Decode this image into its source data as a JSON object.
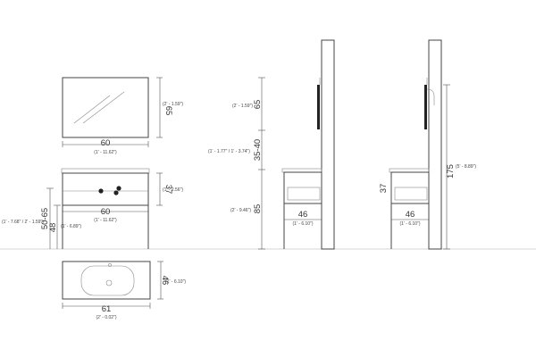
{
  "mirror": {
    "width": "60",
    "width_imp": "(1' - 11.62\")",
    "height": "65",
    "height_imp": "(2' - 1.59\")"
  },
  "cabinet": {
    "depth_drawer": "37",
    "depth_drawer_imp": "(1' - 2.56\")",
    "width": "60",
    "width_imp": "(1' - 11.62\")",
    "height_range": "50-65",
    "height_range_imp": "(1' - 7.68\" / 2' - 1.59\")",
    "leg": "48",
    "leg_imp": "(1' - 6.89\")"
  },
  "basin": {
    "depth": "46",
    "depth_imp": "(1' - 6.10\")",
    "width": "61",
    "width_imp": "(2' - 0.02\")"
  },
  "side1": {
    "mirror_h": "65",
    "mirror_h_imp": "(2' - 1.59\")",
    "gap": "35-40",
    "gap_imp": "(1' - 1.77\" / 1' - 3.74\")",
    "floor": "85",
    "floor_imp": "(2' - 9.46\")",
    "depth": "46",
    "depth_imp": "(1' - 6.10\")"
  },
  "side2": {
    "drawer": "37",
    "depth": "46",
    "depth_imp": "(1' - 6.10\")",
    "total": "175",
    "total_imp": "(5' - 8.89\")"
  }
}
